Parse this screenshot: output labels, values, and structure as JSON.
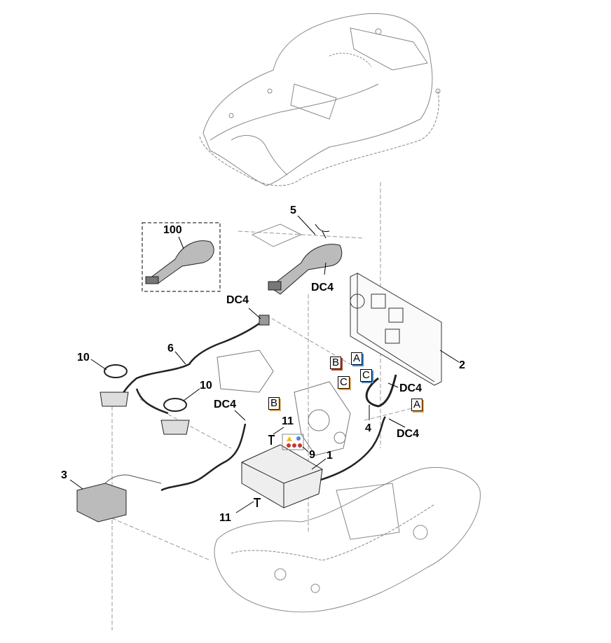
{
  "diagram": {
    "callouts": [
      {
        "id": "100",
        "text": "100"
      },
      {
        "id": "5",
        "text": "5"
      },
      {
        "id": "dc4-a",
        "text": "DC4"
      },
      {
        "id": "dc4-b",
        "text": "DC4"
      },
      {
        "id": "2",
        "text": "2"
      },
      {
        "id": "10-a",
        "text": "10"
      },
      {
        "id": "6",
        "text": "6"
      },
      {
        "id": "10-b",
        "text": "10"
      },
      {
        "id": "dc4-c",
        "text": "DC4"
      },
      {
        "id": "dc4-d",
        "text": "DC4"
      },
      {
        "id": "4",
        "text": "4"
      },
      {
        "id": "dc4-e",
        "text": "DC4"
      },
      {
        "id": "11-a",
        "text": "11"
      },
      {
        "id": "9",
        "text": "9"
      },
      {
        "id": "1",
        "text": "1"
      },
      {
        "id": "3",
        "text": "3"
      },
      {
        "id": "11-b",
        "text": "11"
      }
    ],
    "connectors": [
      {
        "text": "B",
        "color": "#d04020"
      },
      {
        "text": "A",
        "color": "#3a8ad8"
      },
      {
        "text": "C",
        "color": "#f0a030"
      },
      {
        "text": "C",
        "color": "#3a8ad8"
      },
      {
        "text": "B",
        "color": "#f0a030"
      },
      {
        "text": "A",
        "color": "#f0a030"
      }
    ]
  }
}
